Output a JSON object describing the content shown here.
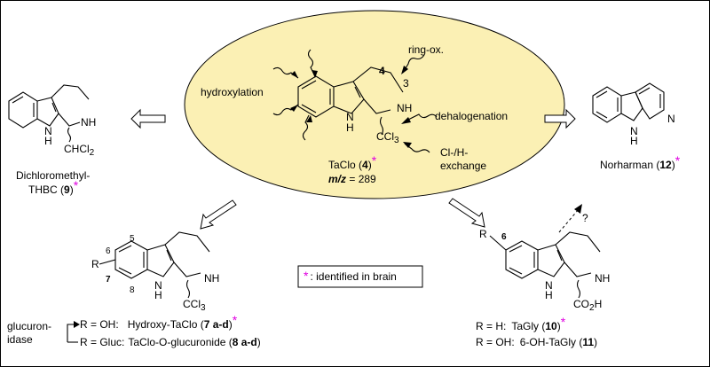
{
  "colors": {
    "ellipse_fill": "#fbf0b4",
    "asterisk": "#e000e0",
    "line": "#000000",
    "background": "#ffffff"
  },
  "center": {
    "hydroxylation": "hydroxylation",
    "ring_ox": "ring-ox.",
    "dehalogenation": "dehalogenation",
    "cl_h_1": "Cl-/H-",
    "cl_h_2": "exchange",
    "pos4": "4",
    "pos3": "3",
    "atom_nh": "NH",
    "atom_ring_h": "H",
    "atom_ring_n": "N",
    "atom_ccl3": "CCl",
    "sub3": "3",
    "name": "TaClo (",
    "num": "4",
    "close": ")",
    "mz_label": "m/z",
    "mz_value": " = 289"
  },
  "left": {
    "atom_nh": "NH",
    "atom_n": "N",
    "atom_h": "H",
    "atom_chcl": "CHCl",
    "sub2": "2",
    "name1": "Dichloromethyl-",
    "name2": "THBC (",
    "num": "9",
    "close": ")"
  },
  "right": {
    "atom_n_ring": "N",
    "atom_n": "N",
    "atom_h": "H",
    "name": "Norharman (",
    "num": "12",
    "close": ")"
  },
  "bottom_left": {
    "r": "R",
    "p5": "5",
    "p6": "6",
    "p7": "7",
    "p8": "8",
    "atom_nh": "NH",
    "atom_n": "N",
    "atom_h": "H",
    "atom_ccl3": "CCl",
    "sub3": "3",
    "glucuron_1": "glucuron-",
    "glucuron_2": "idase",
    "line1_r": "R = OH:",
    "line1_name": "Hydroxy-TaClo (",
    "line1_num": "7 a-d",
    "line1_close": ")",
    "line2_r": "R = Gluc:",
    "line2_name": "TaClo-O-glucuronide (",
    "line2_num": "8 a-d",
    "line2_close": ")"
  },
  "legend": {
    "asterisk": "*",
    "text": ": identified in brain"
  },
  "bottom_right": {
    "r": "R",
    "p6": "6",
    "atom_nh": "NH",
    "atom_n": "N",
    "atom_h": "H",
    "co2h": "CO",
    "sub2": "2",
    "h_end": "H",
    "question": "?",
    "line1_r": "R = H:",
    "line1_name": "TaGly (",
    "line1_num": "10",
    "line1_close": ")",
    "line2_r": "R = OH:",
    "line2_name": "6-OH-TaGly (",
    "line2_num": "11",
    "line2_close": ")"
  }
}
